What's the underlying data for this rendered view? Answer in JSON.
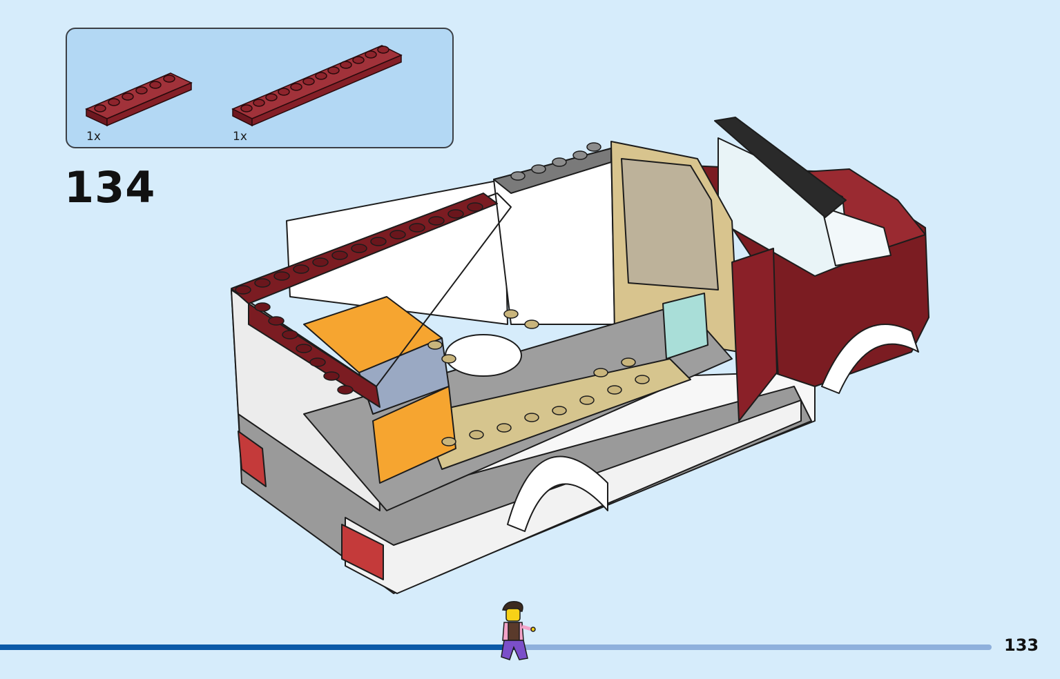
{
  "parts": [
    {
      "qty_label": "1x",
      "icon": "dark-red-plate-1x6-icon"
    },
    {
      "qty_label": "1x",
      "icon": "dark-red-plate-1x12-icon"
    }
  ],
  "step": {
    "number": "134"
  },
  "page": {
    "number": "133"
  },
  "progress": {
    "fraction": 0.52
  },
  "colors": {
    "background": "#d6ecfb",
    "callout": "#b3d8f4",
    "brick_dark_red": "#7b1c22",
    "progress_done": "#0b5aa8",
    "progress_remaining": "#8fb0dc"
  }
}
